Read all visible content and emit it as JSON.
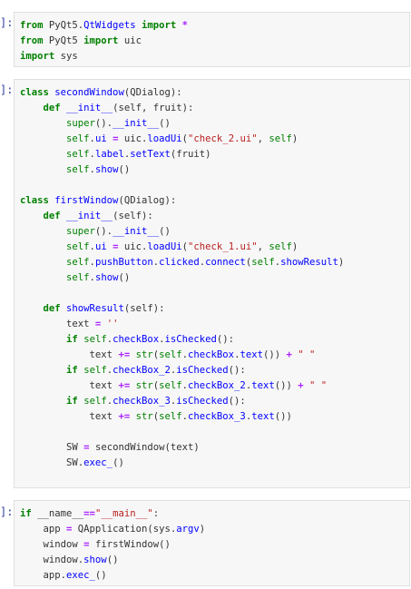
{
  "notebook": {
    "cells": [
      {
        "prompt": "]:",
        "lines": [
          [
            [
              "kw",
              "from"
            ],
            [
              "t",
              " PyQt5."
            ],
            [
              "cls",
              "QtWidgets"
            ],
            [
              "t",
              " "
            ],
            [
              "kw",
              "import"
            ],
            [
              "t",
              " "
            ],
            [
              "op",
              "*"
            ]
          ],
          [
            [
              "kw",
              "from"
            ],
            [
              "t",
              " PyQt5 "
            ],
            [
              "kw",
              "import"
            ],
            [
              "t",
              " uic"
            ]
          ],
          [
            [
              "kw",
              "import"
            ],
            [
              "t",
              " sys"
            ]
          ]
        ]
      },
      {
        "prompt": "]:",
        "lines": [
          [
            [
              "kw",
              "class"
            ],
            [
              "t",
              " "
            ],
            [
              "cls",
              "secondWindow"
            ],
            [
              "t",
              "(QDialog):"
            ]
          ],
          [
            [
              "t",
              "    "
            ],
            [
              "kw",
              "def"
            ],
            [
              "t",
              " "
            ],
            [
              "fn",
              "__init__"
            ],
            [
              "t",
              "(self, fruit):"
            ]
          ],
          [
            [
              "t",
              "        "
            ],
            [
              "bi",
              "super"
            ],
            [
              "t",
              "()."
            ],
            [
              "fn",
              "__init__"
            ],
            [
              "t",
              "()"
            ]
          ],
          [
            [
              "t",
              "        "
            ],
            [
              "bi",
              "self"
            ],
            [
              "t",
              "."
            ],
            [
              "fn",
              "ui"
            ],
            [
              "t",
              " "
            ],
            [
              "op",
              "="
            ],
            [
              "t",
              " uic."
            ],
            [
              "fn",
              "loadUi"
            ],
            [
              "t",
              "("
            ],
            [
              "str",
              "\"check_2.ui\""
            ],
            [
              "t",
              ", "
            ],
            [
              "bi",
              "self"
            ],
            [
              "t",
              ")"
            ]
          ],
          [
            [
              "t",
              "        "
            ],
            [
              "bi",
              "self"
            ],
            [
              "t",
              "."
            ],
            [
              "fn",
              "label"
            ],
            [
              "t",
              "."
            ],
            [
              "fn",
              "setText"
            ],
            [
              "t",
              "(fruit)"
            ]
          ],
          [
            [
              "t",
              "        "
            ],
            [
              "bi",
              "self"
            ],
            [
              "t",
              "."
            ],
            [
              "fn",
              "show"
            ],
            [
              "t",
              "()"
            ]
          ],
          [
            [
              "t",
              ""
            ]
          ],
          [
            [
              "kw",
              "class"
            ],
            [
              "t",
              " "
            ],
            [
              "cls",
              "firstWindow"
            ],
            [
              "t",
              "(QDialog):"
            ]
          ],
          [
            [
              "t",
              "    "
            ],
            [
              "kw",
              "def"
            ],
            [
              "t",
              " "
            ],
            [
              "fn",
              "__init__"
            ],
            [
              "t",
              "(self):"
            ]
          ],
          [
            [
              "t",
              "        "
            ],
            [
              "bi",
              "super"
            ],
            [
              "t",
              "()."
            ],
            [
              "fn",
              "__init__"
            ],
            [
              "t",
              "()"
            ]
          ],
          [
            [
              "t",
              "        "
            ],
            [
              "bi",
              "self"
            ],
            [
              "t",
              "."
            ],
            [
              "fn",
              "ui"
            ],
            [
              "t",
              " "
            ],
            [
              "op",
              "="
            ],
            [
              "t",
              " uic."
            ],
            [
              "fn",
              "loadUi"
            ],
            [
              "t",
              "("
            ],
            [
              "str",
              "\"check_1.ui\""
            ],
            [
              "t",
              ", "
            ],
            [
              "bi",
              "self"
            ],
            [
              "t",
              ")"
            ]
          ],
          [
            [
              "t",
              "        "
            ],
            [
              "bi",
              "self"
            ],
            [
              "t",
              "."
            ],
            [
              "fn",
              "pushButton"
            ],
            [
              "t",
              "."
            ],
            [
              "fn",
              "clicked"
            ],
            [
              "t",
              "."
            ],
            [
              "fn",
              "connect"
            ],
            [
              "t",
              "("
            ],
            [
              "bi",
              "self"
            ],
            [
              "t",
              "."
            ],
            [
              "fn",
              "showResult"
            ],
            [
              "t",
              ")"
            ]
          ],
          [
            [
              "t",
              "        "
            ],
            [
              "bi",
              "self"
            ],
            [
              "t",
              "."
            ],
            [
              "fn",
              "show"
            ],
            [
              "t",
              "()"
            ]
          ],
          [
            [
              "t",
              ""
            ]
          ],
          [
            [
              "t",
              "    "
            ],
            [
              "kw",
              "def"
            ],
            [
              "t",
              " "
            ],
            [
              "fn",
              "showResult"
            ],
            [
              "t",
              "(self):"
            ]
          ],
          [
            [
              "t",
              "        text "
            ],
            [
              "op",
              "="
            ],
            [
              "t",
              " "
            ],
            [
              "str",
              "''"
            ]
          ],
          [
            [
              "t",
              "        "
            ],
            [
              "kw",
              "if"
            ],
            [
              "t",
              " "
            ],
            [
              "bi",
              "self"
            ],
            [
              "t",
              "."
            ],
            [
              "fn",
              "checkBox"
            ],
            [
              "t",
              "."
            ],
            [
              "fn",
              "isChecked"
            ],
            [
              "t",
              "():"
            ]
          ],
          [
            [
              "t",
              "            text "
            ],
            [
              "op",
              "+="
            ],
            [
              "t",
              " "
            ],
            [
              "bi",
              "str"
            ],
            [
              "t",
              "("
            ],
            [
              "bi",
              "self"
            ],
            [
              "t",
              "."
            ],
            [
              "fn",
              "checkBox"
            ],
            [
              "t",
              "."
            ],
            [
              "fn",
              "text"
            ],
            [
              "t",
              "()) "
            ],
            [
              "op",
              "+"
            ],
            [
              "t",
              " "
            ],
            [
              "str",
              "\" \""
            ]
          ],
          [
            [
              "t",
              "        "
            ],
            [
              "kw",
              "if"
            ],
            [
              "t",
              " "
            ],
            [
              "bi",
              "self"
            ],
            [
              "t",
              "."
            ],
            [
              "fn",
              "checkBox_2"
            ],
            [
              "t",
              "."
            ],
            [
              "fn",
              "isChecked"
            ],
            [
              "t",
              "():"
            ]
          ],
          [
            [
              "t",
              "            text "
            ],
            [
              "op",
              "+="
            ],
            [
              "t",
              " "
            ],
            [
              "bi",
              "str"
            ],
            [
              "t",
              "("
            ],
            [
              "bi",
              "self"
            ],
            [
              "t",
              "."
            ],
            [
              "fn",
              "checkBox_2"
            ],
            [
              "t",
              "."
            ],
            [
              "fn",
              "text"
            ],
            [
              "t",
              "()) "
            ],
            [
              "op",
              "+"
            ],
            [
              "t",
              " "
            ],
            [
              "str",
              "\" \""
            ]
          ],
          [
            [
              "t",
              "        "
            ],
            [
              "kw",
              "if"
            ],
            [
              "t",
              " "
            ],
            [
              "bi",
              "self"
            ],
            [
              "t",
              "."
            ],
            [
              "fn",
              "checkBox_3"
            ],
            [
              "t",
              "."
            ],
            [
              "fn",
              "isChecked"
            ],
            [
              "t",
              "():"
            ]
          ],
          [
            [
              "t",
              "            text "
            ],
            [
              "op",
              "+="
            ],
            [
              "t",
              " "
            ],
            [
              "bi",
              "str"
            ],
            [
              "t",
              "("
            ],
            [
              "bi",
              "self"
            ],
            [
              "t",
              "."
            ],
            [
              "fn",
              "checkBox_3"
            ],
            [
              "t",
              "."
            ],
            [
              "fn",
              "text"
            ],
            [
              "t",
              "())"
            ]
          ],
          [
            [
              "t",
              ""
            ]
          ],
          [
            [
              "t",
              "        SW "
            ],
            [
              "op",
              "="
            ],
            [
              "t",
              " secondWindow(text)"
            ]
          ],
          [
            [
              "t",
              "        SW."
            ],
            [
              "fn",
              "exec_"
            ],
            [
              "t",
              "()"
            ]
          ]
        ]
      },
      {
        "prompt": "]:",
        "lines": [
          [
            [
              "kw",
              "if"
            ],
            [
              "t",
              " __name__"
            ],
            [
              "op",
              "=="
            ],
            [
              "str",
              "\"__main__\""
            ],
            [
              "t",
              ":"
            ]
          ],
          [
            [
              "t",
              "    app "
            ],
            [
              "op",
              "="
            ],
            [
              "t",
              " QApplication(sys."
            ],
            [
              "fn",
              "argv"
            ],
            [
              "t",
              ")"
            ]
          ],
          [
            [
              "t",
              "    window "
            ],
            [
              "op",
              "="
            ],
            [
              "t",
              " firstWindow()"
            ]
          ],
          [
            [
              "t",
              "    window."
            ],
            [
              "fn",
              "show"
            ],
            [
              "t",
              "()"
            ]
          ],
          [
            [
              "t",
              "    app."
            ],
            [
              "fn",
              "exec_"
            ],
            [
              "t",
              "()"
            ]
          ]
        ]
      }
    ]
  }
}
